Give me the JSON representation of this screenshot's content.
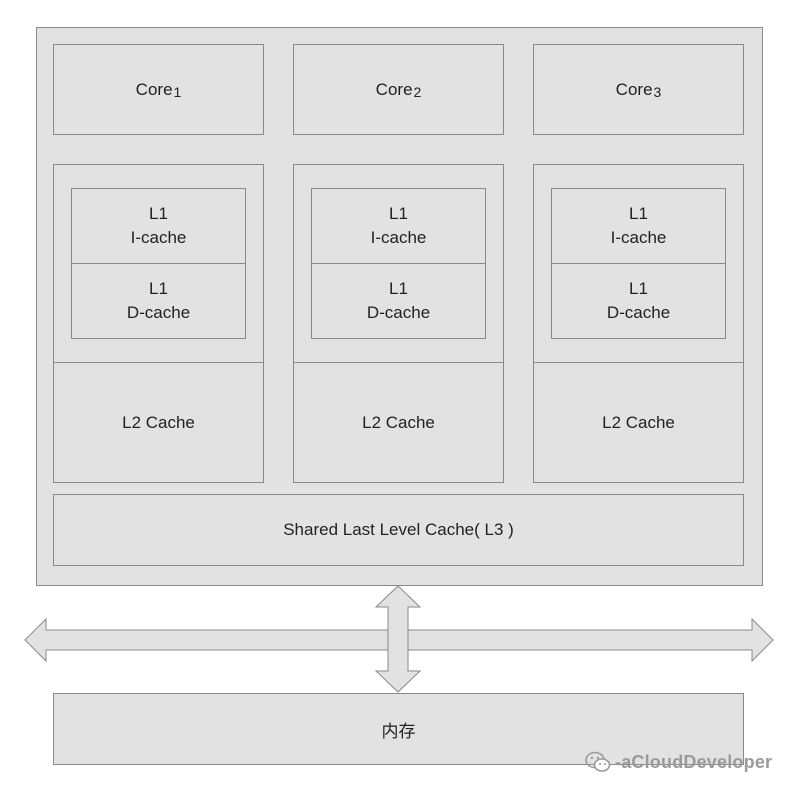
{
  "cores": [
    {
      "label": "Core",
      "sub": "1"
    },
    {
      "label": "Core",
      "sub": "2"
    },
    {
      "label": "Core",
      "sub": "3"
    }
  ],
  "cache_groups": [
    {
      "l1i_line1": "L1",
      "l1i_line2": "I-cache",
      "l1d_line1": "L1",
      "l1d_line2": "D-cache",
      "l2": "L2 Cache"
    },
    {
      "l1i_line1": "L1",
      "l1i_line2": "I-cache",
      "l1d_line1": "L1",
      "l1d_line2": "D-cache",
      "l2": "L2 Cache"
    },
    {
      "l1i_line1": "L1",
      "l1i_line2": "I-cache",
      "l1d_line1": "L1",
      "l1d_line2": "D-cache",
      "l2": "L2 Cache"
    }
  ],
  "l3": "Shared Last Level Cache( L3 )",
  "memory": "内存",
  "watermark": "-aCloudDeveloper",
  "colors": {
    "box_fill": "#e2e2e2",
    "border": "#8a8a8a"
  }
}
